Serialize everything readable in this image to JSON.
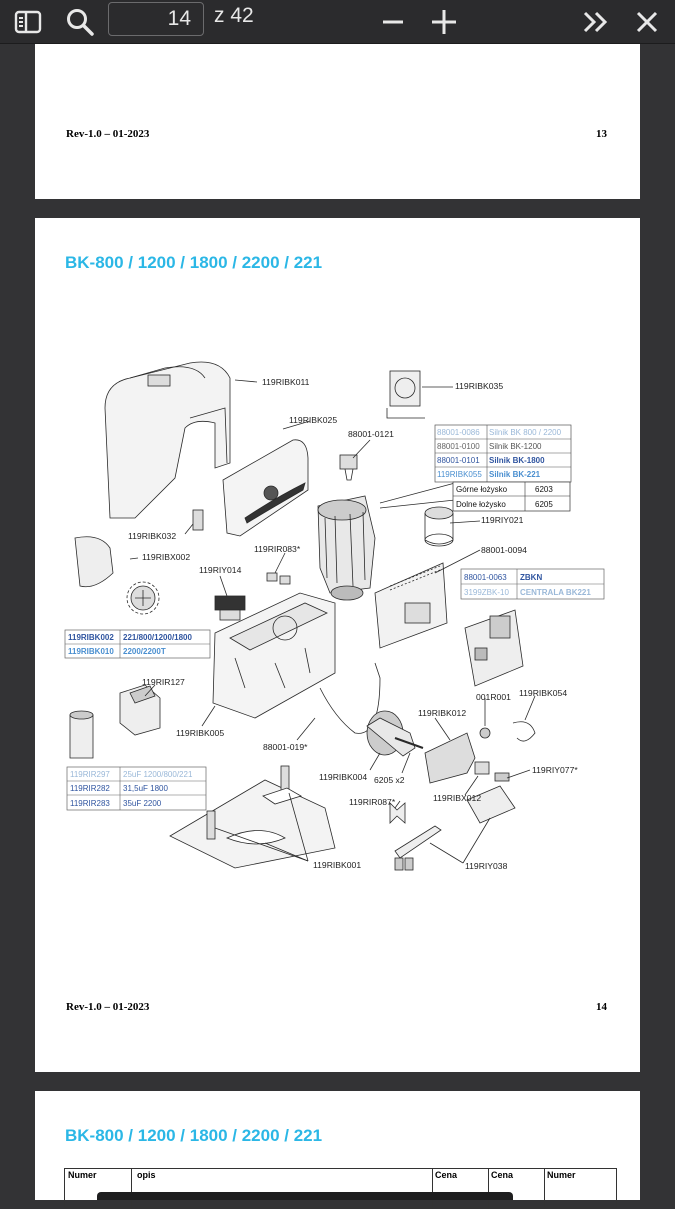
{
  "toolbar": {
    "current_page": "14",
    "total_pages": "z 42",
    "icons": [
      "sidebar-toggle-icon",
      "search-icon",
      "zoom-out-icon",
      "zoom-in-icon",
      "next-pages-icon",
      "close-icon"
    ]
  },
  "page13": {
    "rev": "Rev-1.0 – 01-2023",
    "number": "13"
  },
  "page14": {
    "title": "BK-800 / 1200 / 1800 / 2200 / 221",
    "rev": "Rev-1.0 – 01-2023",
    "number": "14",
    "callouts": {
      "c1": "119RIBK011",
      "c2": "119RIBK025",
      "c3": "88001-0121",
      "c4": "119RIBK035",
      "c5": "119RIBK032",
      "c6": "119RIBX002",
      "c7": "119RIR083*",
      "c8": "119RIY014",
      "c9": "119RIY021",
      "c10": "88001-0094",
      "c11": "119RIR127",
      "c12": "119RIBK005",
      "c13": "88001-019*",
      "c14": "001R001",
      "c15": "119RIBK054",
      "c16": "119RIBK012",
      "c17": "119RIBK004",
      "c18": "6205 x2",
      "c19": "119RIY077*",
      "c20": "119RIR087*",
      "c21": "119RIBX012",
      "c22": "119RIBK001",
      "c23": "119RIY038"
    },
    "motor_table": [
      {
        "code": "88001-0086",
        "desc": "Silnik BK 800 / 2200"
      },
      {
        "code": "88001-0100",
        "desc": "Silnik BK-1200"
      },
      {
        "code": "88001-0101",
        "desc": "Silnik BK-1800"
      },
      {
        "code": "119RIBK055",
        "desc": "Silnik BK-221"
      }
    ],
    "bearing_table": [
      {
        "name": "Górne łożysko",
        "value": "6203"
      },
      {
        "name": "Dolne łożysko",
        "value": "6205"
      }
    ],
    "central_table": [
      {
        "code": "88001-0063",
        "desc": "ZBKN"
      },
      {
        "code": "3199ZBK-10",
        "desc": "CENTRALA BK221"
      }
    ],
    "gear_table": [
      {
        "code": "119RIBK002",
        "desc": "221/800/1200/1800"
      },
      {
        "code": "119RIBK010",
        "desc": "2200/2200T"
      }
    ],
    "cap_table": [
      {
        "code": "119RIR297",
        "desc": "25uF 1200/800/221"
      },
      {
        "code": "119RIR282",
        "desc": "31,5uF 1800"
      },
      {
        "code": "119RIR283",
        "desc": "35uF    2200"
      }
    ]
  },
  "page15": {
    "title": "BK-800 / 1200 / 1800 / 2200 / 221",
    "table_headers": [
      "Numer",
      "opis",
      "Cena",
      "Cena",
      "Numer"
    ]
  }
}
